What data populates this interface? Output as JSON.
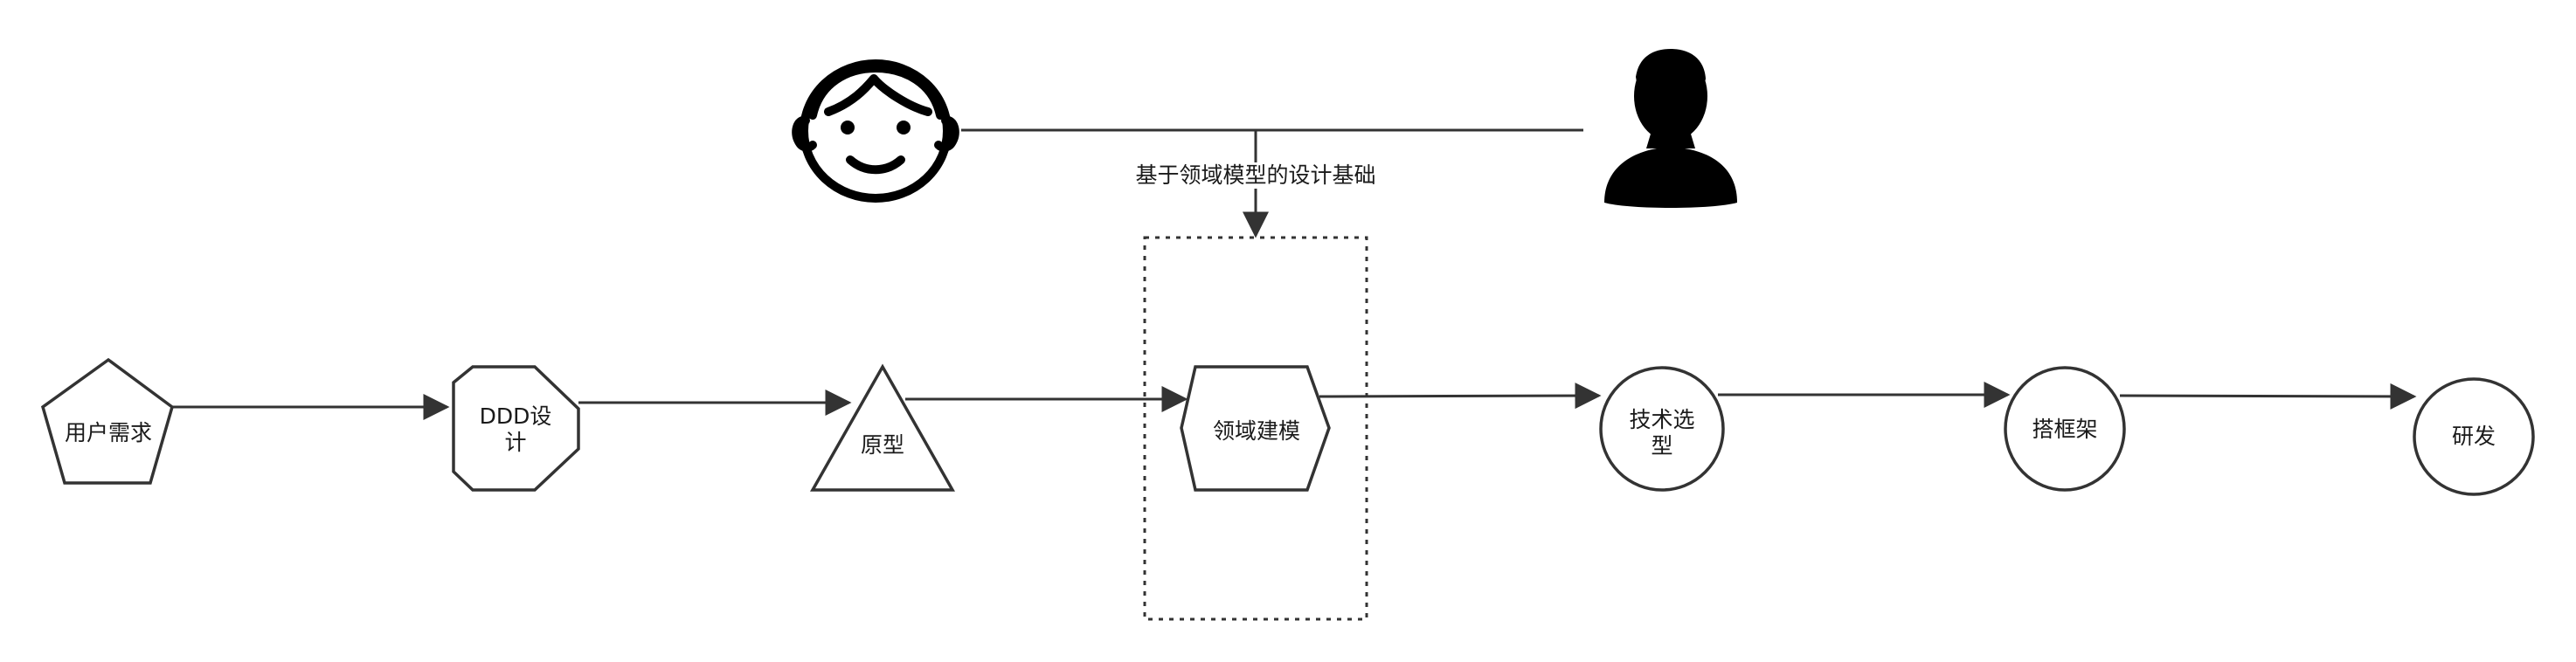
{
  "diagram": {
    "nodes": {
      "user_requirement": "用户需求",
      "ddd_design_line1": "DDD设",
      "ddd_design_line2": "计",
      "prototype": "原型",
      "domain_modeling": "领域建模",
      "tech_selection_line1": "技术选",
      "tech_selection_line2": "型",
      "build_framework": "搭框架",
      "development": "研发"
    },
    "edge_label": "基于领域模型的设计基础",
    "actors": [
      "boy-face-icon",
      "person-silhouette-icon"
    ],
    "colors": {
      "stroke": "#333333",
      "fill": "#ffffff",
      "actor": "#000000"
    }
  }
}
